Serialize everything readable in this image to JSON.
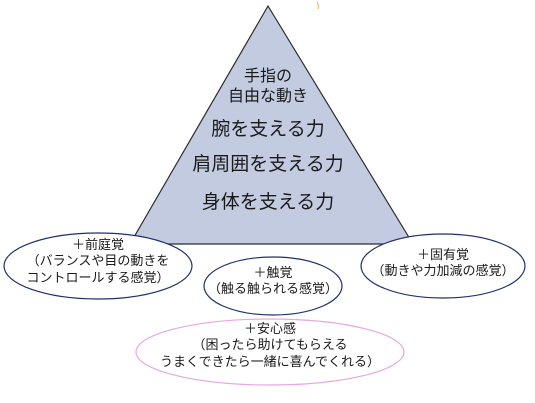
{
  "pyramid": {
    "top_lines": [
      "手指の",
      "自由な動き"
    ],
    "layers": [
      "腕を支える力",
      "肩周囲を支える力",
      "身体を支える力"
    ]
  },
  "senses": [
    {
      "id": "vestibular",
      "title": "＋前庭覚",
      "lines": [
        "（バランスや目の動きを",
        "コントロールする感覚）"
      ]
    },
    {
      "id": "touch",
      "title": "＋触覚",
      "lines": [
        "（触る触られる感覚）"
      ]
    },
    {
      "id": "proprioception",
      "title": "＋固有覚",
      "lines": [
        "（動きや力加減の感覚）"
      ]
    },
    {
      "id": "security",
      "title": "＋安心感",
      "lines": [
        "（困ったら助けてもらえる",
        "うまくできたら一緒に喜んでくれる）"
      ]
    }
  ],
  "colors": {
    "pyramid_fill": "#c2cbe0",
    "pyramid_stroke": "#2b2b2b",
    "oval_stroke": "#1f2f6b",
    "security_oval_stroke": "#e6a8e0"
  }
}
